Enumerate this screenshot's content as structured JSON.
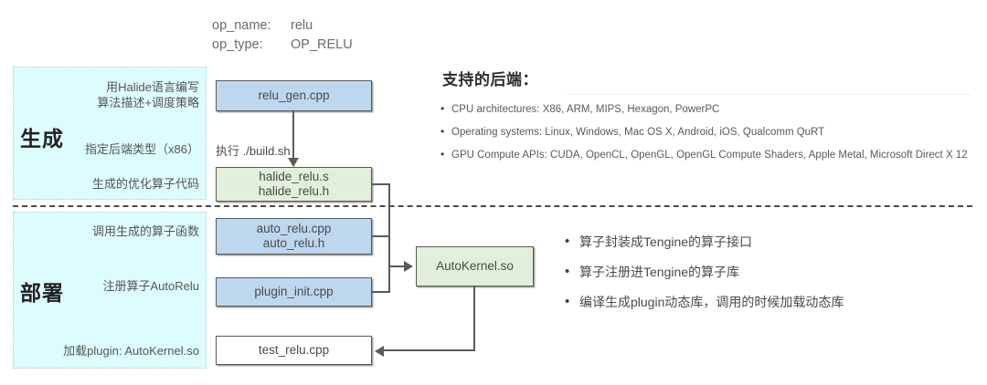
{
  "op_meta": {
    "name_key": "op_name:",
    "name_value": "relu",
    "type_key": "op_type:",
    "type_value": "OP_RELU"
  },
  "phases": {
    "generate": {
      "title": "生成",
      "steps": [
        "用Halide语言编写",
        "算法描述+调度策略",
        "指定后端类型（x86）",
        "生成的优化算子代码"
      ]
    },
    "deploy": {
      "title": "部署",
      "steps": [
        "调用生成的算子函数",
        "注册算子AutoRelu",
        "加载plugin: AutoKernel.so"
      ]
    }
  },
  "nodes": {
    "relu_gen": "relu_gen.cpp",
    "halide_line1": "halide_relu.s",
    "halide_line2": "halide_relu.h",
    "auto_relu_line1": "auto_relu.cpp",
    "auto_relu_line2": "auto_relu.h",
    "plugin_init": "plugin_init.cpp",
    "autokernel": "AutoKernel.so",
    "test_relu": "test_relu.cpp"
  },
  "edges": {
    "build_label": "执行 ./build.sh"
  },
  "backend_panel": {
    "title": "支持的后端：",
    "bullet": "•",
    "items": [
      "CPU architectures: X86, ARM, MIPS, Hexagon, PowerPC",
      "Operating systems: Linux, Windows, Mac OS X, Android, iOS, Qualcomm QuRT",
      "GPU Compute APIs: CUDA, OpenCL, OpenGL, OpenGL Compute Shaders, Apple Metal, Microsoft Direct X 12"
    ]
  },
  "deploy_panel": {
    "bullet": "•",
    "items": [
      "算子封装成Tengine的算子接口",
      "算子注册进Tengine的算子库",
      "编译生成plugin动态库，调用的时候加载动态库"
    ]
  },
  "colors": {
    "box_blue": "#bdd7ee",
    "box_green": "#e2efda",
    "panel_cyan": "#ddfcff",
    "stroke": "#585858"
  }
}
